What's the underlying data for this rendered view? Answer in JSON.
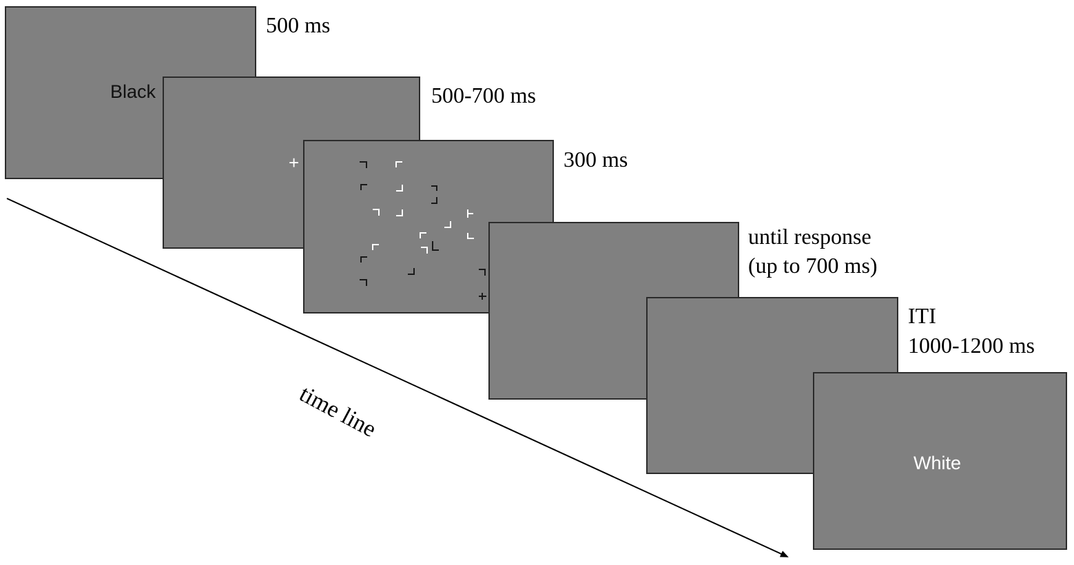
{
  "frames": [
    {
      "id": "cue",
      "word": "Black",
      "duration": "500 ms"
    },
    {
      "id": "fixation",
      "symbol": "+",
      "duration": "500-700 ms"
    },
    {
      "id": "search",
      "duration": "300 ms"
    },
    {
      "id": "response",
      "duration_line1": "until response",
      "duration_line2": "(up to 700 ms)"
    },
    {
      "id": "iti",
      "duration_line1": "ITI",
      "duration_line2": "1000-1200 ms"
    },
    {
      "id": "final",
      "word": "White"
    }
  ],
  "timeline": {
    "label": "time line"
  },
  "colors": {
    "screen": "#808080",
    "white_item": "#ffffff",
    "black_item": "#1a1a1a"
  }
}
